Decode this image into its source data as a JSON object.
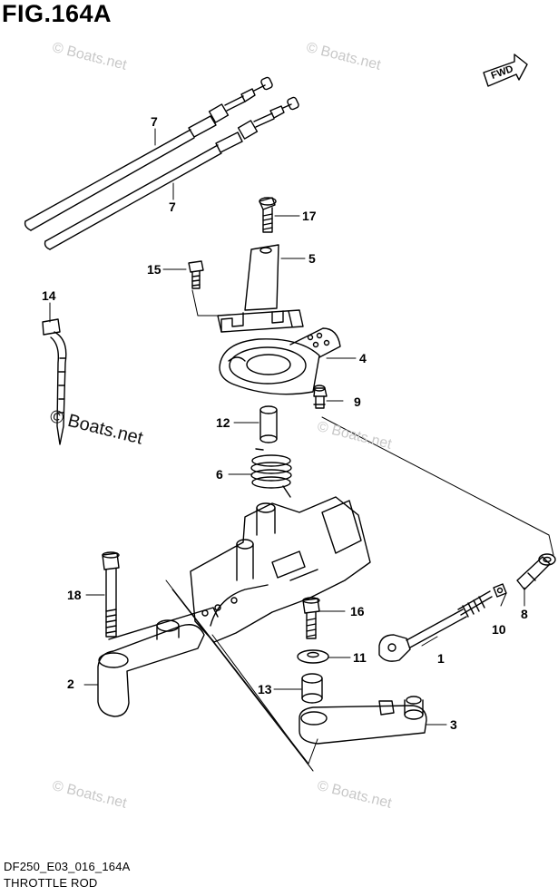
{
  "header": {
    "figure_title": "FIG.164A"
  },
  "footer": {
    "diagram_code": "DF250_E03_016_164A",
    "section_name": "THROTTLE ROD"
  },
  "direction_badge": {
    "label": "FWD"
  },
  "watermarks": {
    "faint": "© Boats.net",
    "prominent": "© Boats.net"
  },
  "callouts": {
    "c7a": "7",
    "c7b": "7",
    "c17": "17",
    "c5": "5",
    "c15": "15",
    "c14": "14",
    "c4": "4",
    "c9": "9",
    "c12": "12",
    "c6": "6",
    "c18": "18",
    "c16": "16",
    "c8": "8",
    "c10": "10",
    "c11": "11",
    "c1": "1",
    "c2": "2",
    "c13": "13",
    "c3": "3"
  }
}
